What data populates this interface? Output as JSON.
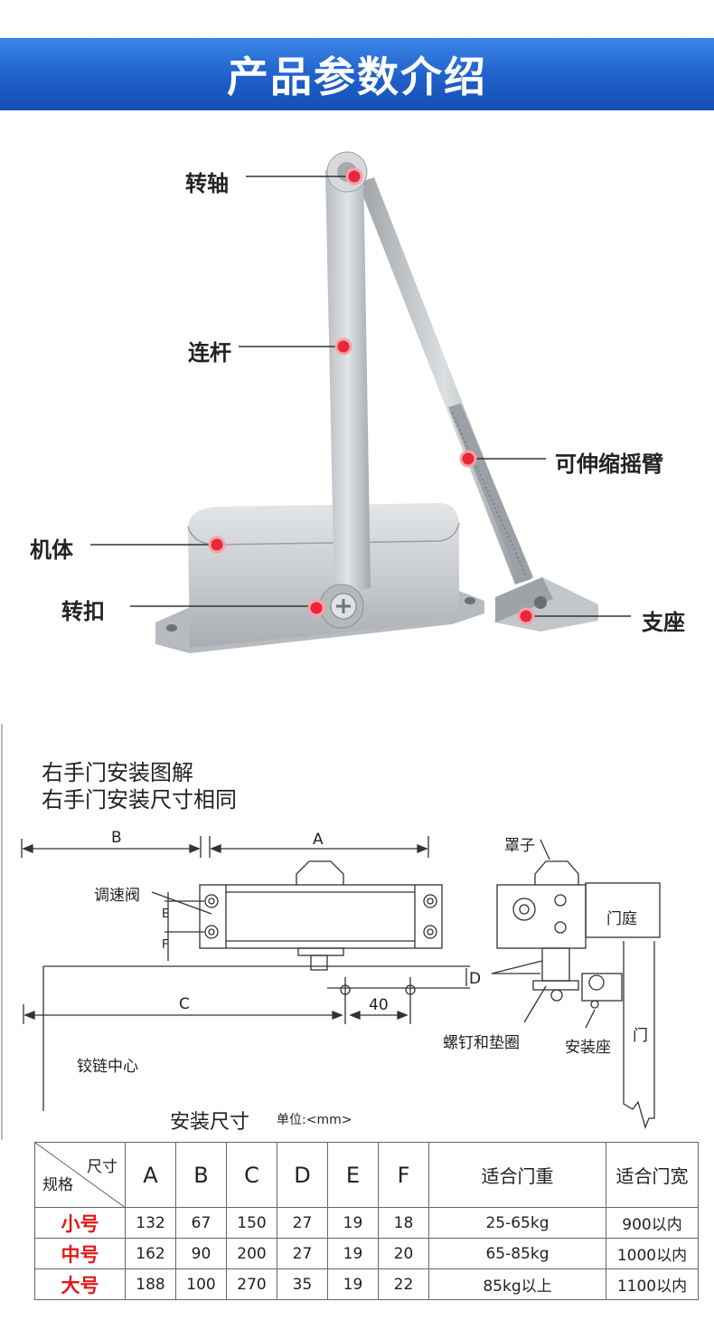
{
  "banner": {
    "title": "产品参数介绍"
  },
  "callouts": {
    "pivot": "转轴",
    "link_rod": "连杆",
    "telescopic_arm": "可伸缩摇臂",
    "body": "机体",
    "clasp": "转扣",
    "bracket": "支座"
  },
  "diagram": {
    "title_line1": "右手门安装图解",
    "title_line2": "右手门安装尺寸相同",
    "label_a": "A",
    "label_b": "B",
    "label_c": "C",
    "label_d": "D",
    "label_e": "E",
    "label_f": "F",
    "label_40": "40",
    "speed_valve": "调速阀",
    "cover": "罩子",
    "door_frame": "门庭",
    "door": "门",
    "screws_washers": "螺钉和垫圈",
    "mount_seat": "安装座",
    "hinge_center": "铰链中心",
    "install_size": "安装尺寸",
    "unit": "单位:<mm>"
  },
  "table": {
    "corner_top": "尺寸",
    "corner_bottom": "规格",
    "headers": [
      "A",
      "B",
      "C",
      "D",
      "E",
      "F",
      "适合门重",
      "适合门宽"
    ],
    "rows": [
      {
        "size": "小号",
        "cells": [
          "132",
          "67",
          "150",
          "27",
          "19",
          "18",
          "25-65kg",
          "900以内"
        ]
      },
      {
        "size": "中号",
        "cells": [
          "162",
          "90",
          "200",
          "27",
          "19",
          "20",
          "65-85kg",
          "1000以内"
        ]
      },
      {
        "size": "大号",
        "cells": [
          "188",
          "100",
          "270",
          "35",
          "19",
          "22",
          "85kg以上",
          "1100以内"
        ]
      }
    ]
  },
  "colors": {
    "banner_blue": "#1f5fc9",
    "callout_dot": "#e8283a",
    "size_red": "#e01818"
  }
}
